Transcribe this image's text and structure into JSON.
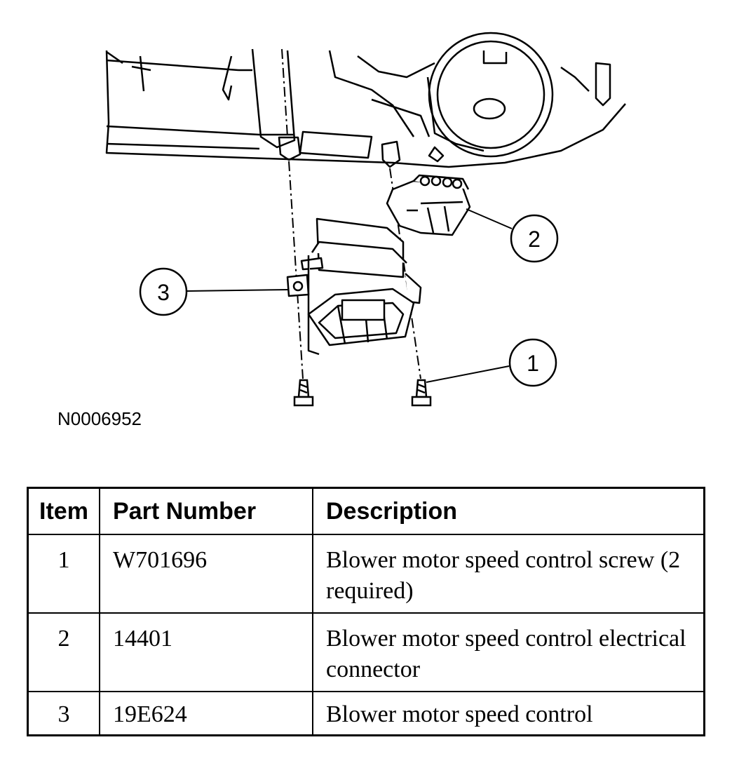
{
  "figure": {
    "id": "N0006952",
    "callouts": [
      "1",
      "2",
      "3"
    ]
  },
  "table": {
    "headers": {
      "item": "Item",
      "part_number": "Part Number",
      "description": "Description"
    },
    "rows": [
      {
        "item": "1",
        "part_number": "W701696",
        "description": "Blower motor speed control screw (2 required)"
      },
      {
        "item": "2",
        "part_number": "14401",
        "description": "Blower motor speed control electrical connector"
      },
      {
        "item": "3",
        "part_number": "19E624",
        "description": "Blower motor speed control"
      }
    ]
  }
}
